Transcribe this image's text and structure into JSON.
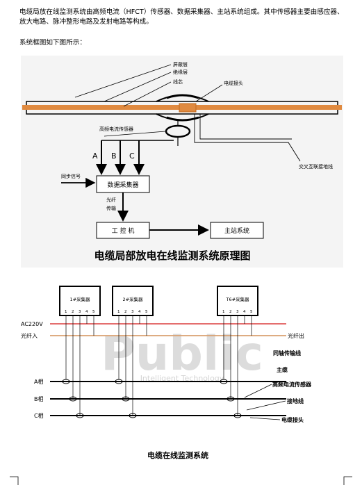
{
  "doc": {
    "para1": "电缆局放在线监测系统由高频电流（HFCT）传感器、数据采集器、主站系统组成。其中传感器主要由感应器、放大电路、脉冲整形电路及发射电路等构成。",
    "para2": "系统框图如下图所示："
  },
  "fig1": {
    "labels": {
      "shield": "屏蔽层",
      "insulation": "绝缘层",
      "core": "线芯",
      "joint": "电缆接头",
      "hfct": "高频电流传感器",
      "cross_ground": "交叉互联接地线",
      "phase_a": "A",
      "phase_b": "B",
      "phase_c": "C",
      "sync": "同步信号",
      "collector": "数据采集器",
      "fiber1": "光纤",
      "fiber2": "传输",
      "ipc": "工 控 机",
      "master": "主站系统"
    },
    "caption": "电缆局部放电在线监测系统原理图"
  },
  "fig2": {
    "collectors": [
      "1#采集器",
      "2#采集器",
      "T6#采集器"
    ],
    "terminals": [
      "1",
      "2",
      "3",
      "4",
      "5"
    ],
    "left_labels": {
      "ac": "AC220V",
      "fiber_in": "光纤入",
      "a": "A相",
      "b": "B相",
      "c": "C相"
    },
    "right_labels": {
      "fiber_out": "光纤出",
      "coax": "同轴传输线",
      "main": "主缆",
      "hfct": "高频电流传感器",
      "ground": "接地线",
      "joint": "电缆接头"
    },
    "watermark": "Public",
    "watermark_sub": "Intelligent  Technology",
    "caption": "电缆在线监测系统"
  },
  "colors": {
    "ac_line": "#e05a5a",
    "fiber_line": "#d9a070",
    "cable_orange": "#e08a40",
    "figure_bg": "#f4f4f4",
    "watermark": "#dcdcdc"
  }
}
